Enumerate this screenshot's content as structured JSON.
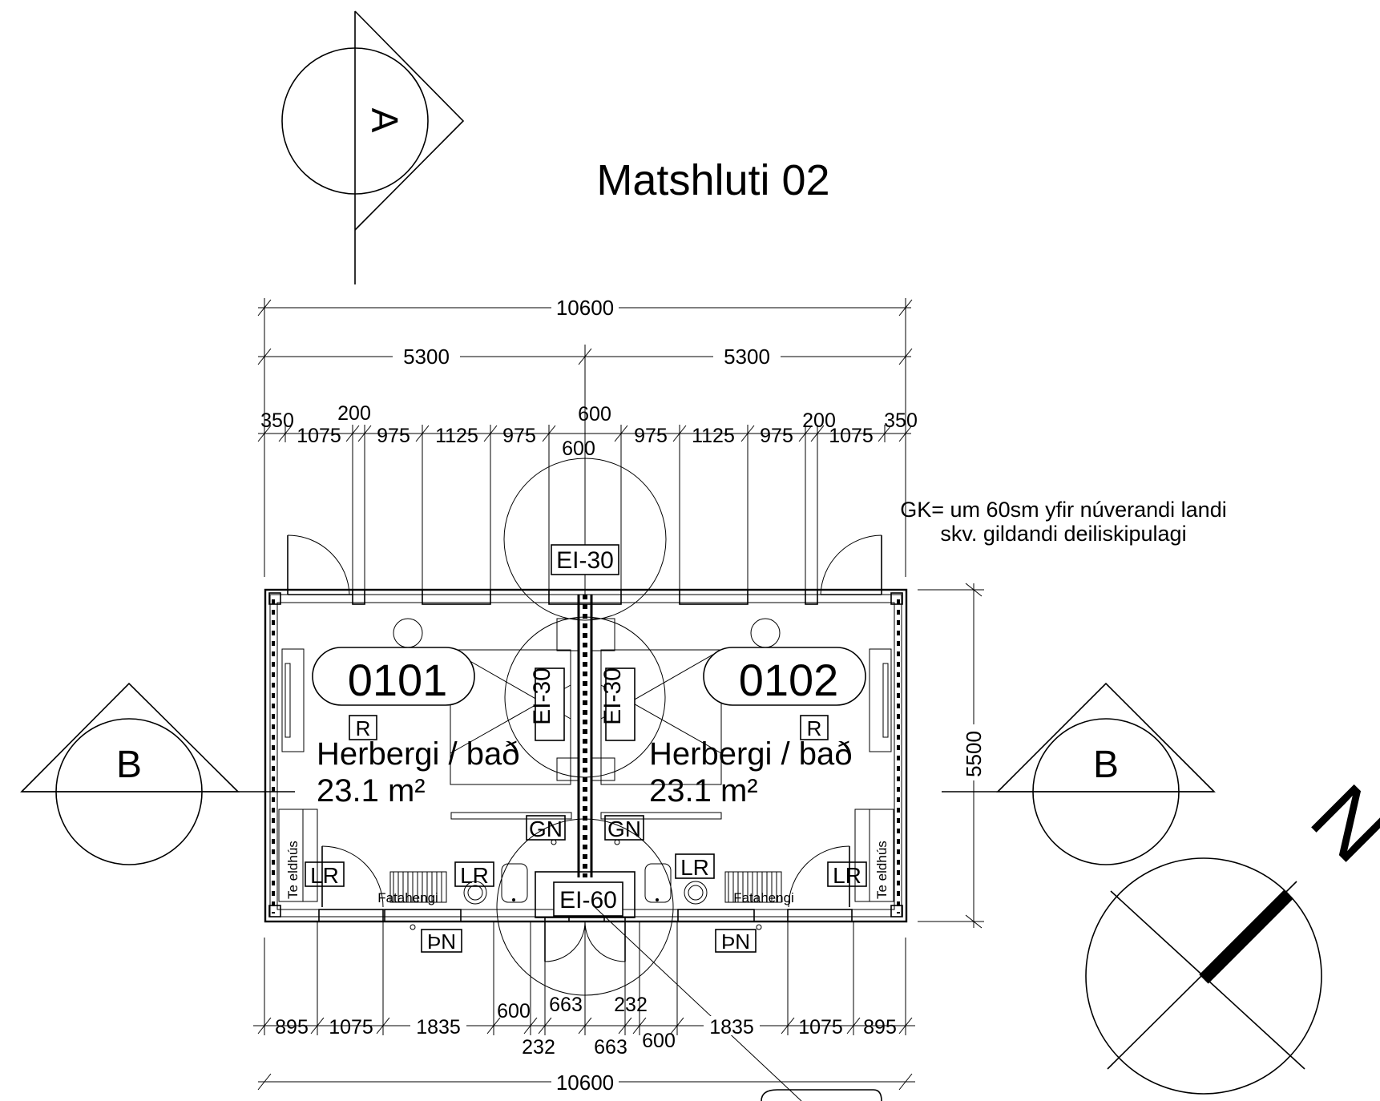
{
  "title": "Matshluti 02",
  "section_markers": {
    "a": "A",
    "b_left": "B",
    "b_right": "B"
  },
  "note": {
    "line1": "GK= um 60sm yfir núverandi landi",
    "line2": "skv. gildandi deiliskipulagi"
  },
  "rooms": [
    {
      "number": "0101",
      "name": "Herbergi / bað",
      "area": "23.1 m²",
      "tag": "R"
    },
    {
      "number": "0102",
      "name": "Herbergi / bað",
      "area": "23.1 m²",
      "tag": "R"
    }
  ],
  "fire_ratings": {
    "top_door": "EI-30",
    "wall_left": "EI-30",
    "wall_right": "EI-30",
    "bottom_door": "EI-60"
  },
  "symbols": {
    "gn": "GN",
    "lr": "LR",
    "thn": "ÞN",
    "kitchen": "Te eldhús",
    "wardrobe": "Fatahengi"
  },
  "dimensions": {
    "top_total": "10600",
    "top_half": [
      "5300",
      "5300"
    ],
    "top_detail_upper": [
      "350",
      "200",
      "600",
      "200",
      "350"
    ],
    "top_detail_lower": [
      "1075",
      "975",
      "1125",
      "975",
      "975",
      "1125",
      "975",
      "1075"
    ],
    "top_door_width": "600",
    "side_height": "5500",
    "bottom_detail": [
      "895",
      "1075",
      "1835",
      "600",
      "663",
      "232",
      "232",
      "663",
      "600",
      "1835",
      "1075",
      "895"
    ],
    "bottom_total": "10600"
  },
  "north_arrow": {
    "label": "N"
  }
}
